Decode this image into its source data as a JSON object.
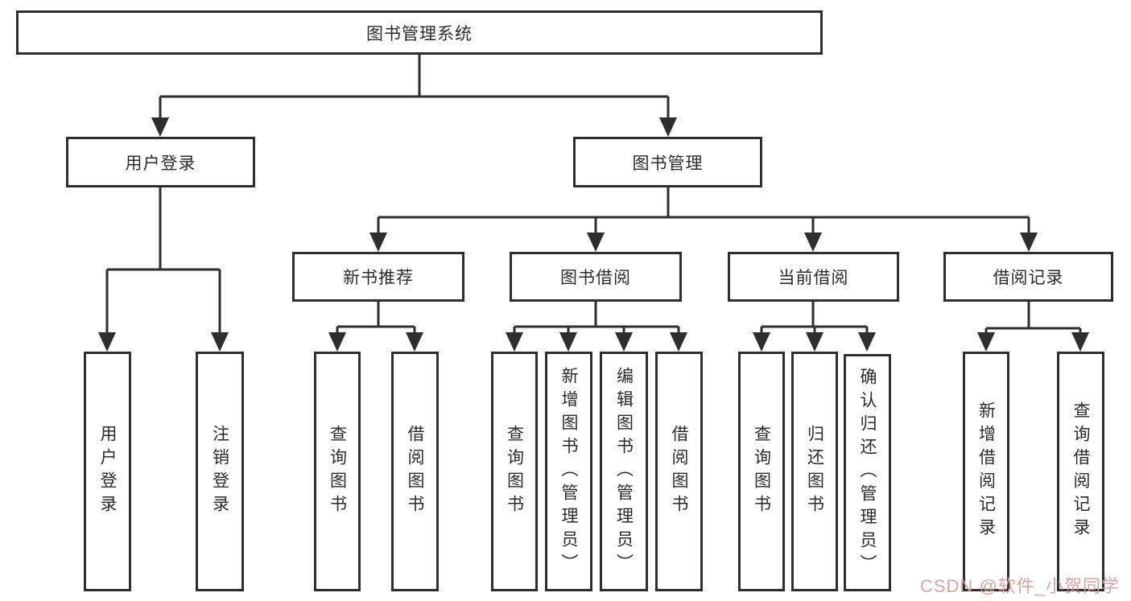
{
  "diagram": {
    "title": "图书管理系统",
    "root": {
      "label": "图书管理系统"
    },
    "level1": [
      {
        "label": "用户登录"
      },
      {
        "label": "图书管理"
      }
    ],
    "level2": [
      {
        "label": "新书推荐"
      },
      {
        "label": "图书借阅"
      },
      {
        "label": "当前借阅"
      },
      {
        "label": "借阅记录"
      }
    ],
    "leaves": {
      "user_login": [
        "用户登录",
        "注销登录"
      ],
      "new_book": [
        "查询图书",
        "借阅图书"
      ],
      "book_borrow": [
        "查询图书",
        "新增图书（管理员）",
        "编辑图书（管理员）",
        "借阅图书"
      ],
      "current_borrow": [
        "查询图书",
        "归还图书",
        "确认归还（管理员）"
      ],
      "borrow_record": [
        "新增借阅记录",
        "查询借阅记录"
      ]
    }
  },
  "watermark": {
    "text": "CSDN @软件_小贺同学"
  },
  "colors": {
    "line": "#2e2e2e",
    "box_bg": "#ffffff",
    "watermark": "#d89e9e"
  }
}
